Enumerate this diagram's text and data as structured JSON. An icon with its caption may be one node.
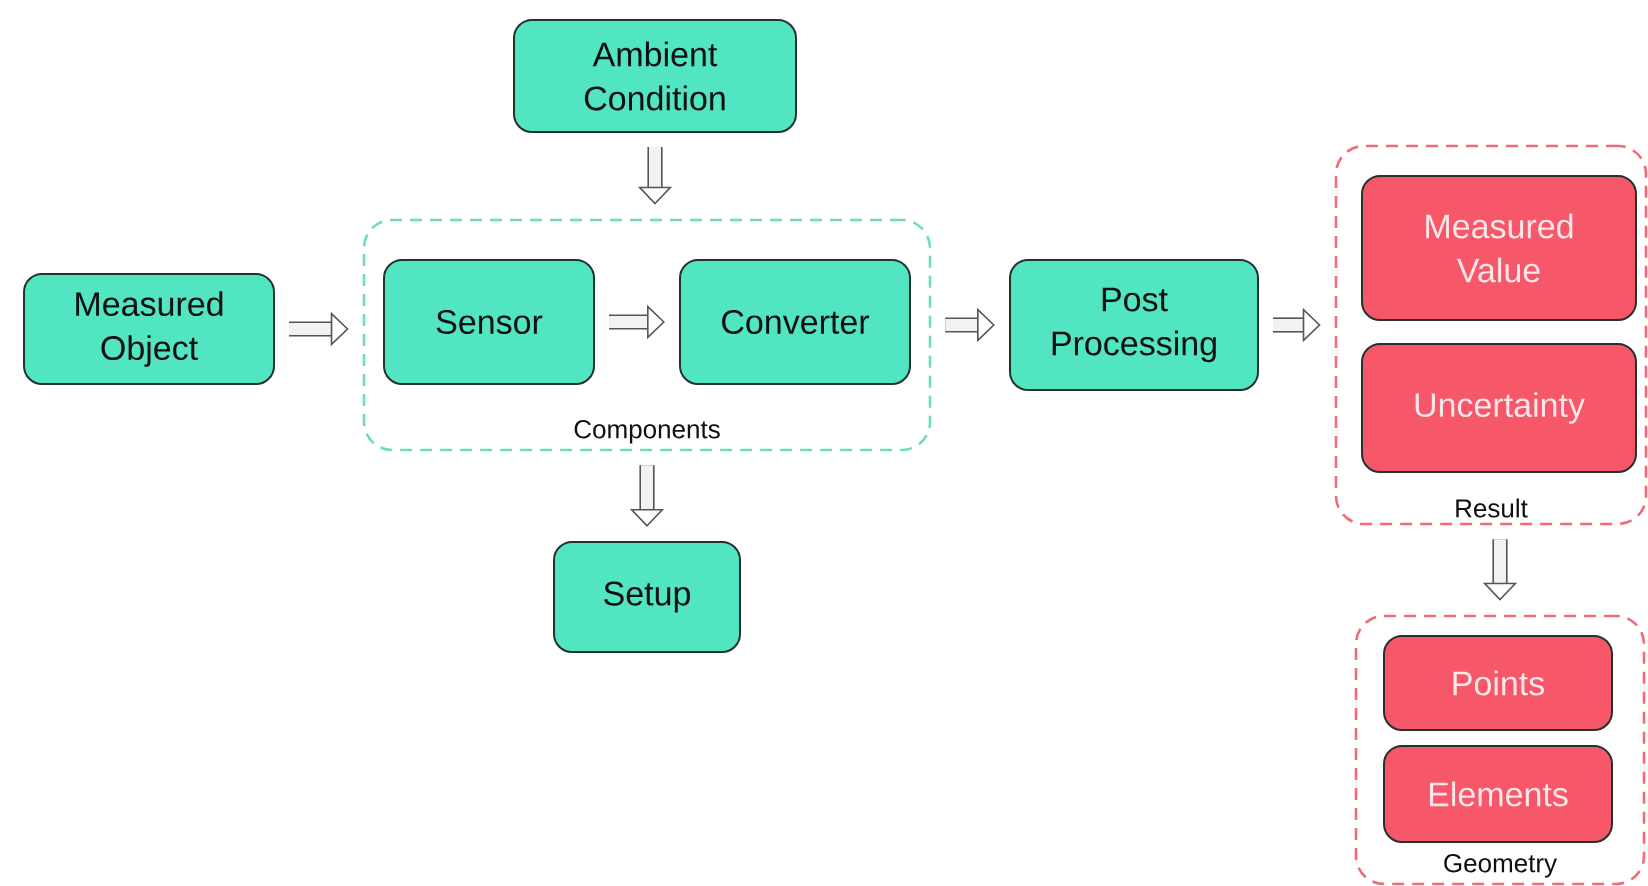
{
  "diagram": {
    "nodes": [
      {
        "text": [
          "Measured Object"
        ]
      },
      {
        "text": [
          "Ambient Condition"
        ]
      },
      {
        "text": [
          "Components"
        ]
      },
      {
        "text": [
          "Sensor"
        ],
        "in": 2
      },
      {
        "text": [
          "Converter"
        ],
        "in": 2
      },
      {
        "text": [
          "Setup"
        ]
      },
      {
        "text": [
          "Post Processing"
        ]
      },
      {
        "text": [
          "Result"
        ]
      },
      {
        "text": [
          "Measured Value"
        ],
        "in": 7
      },
      {
        "text": [
          "Uncertainty"
        ],
        "in": 7
      },
      {
        "text": [
          "Geometry"
        ]
      },
      {
        "text": [
          "Points"
        ],
        "in": 10
      },
      {
        "text": [
          "Elements"
        ],
        "in": 10
      }
    ],
    "edges": [
      {
        "from": 0,
        "to": 2,
        "arrow": "to"
      },
      {
        "from": 1,
        "to": 2,
        "arrow": "to"
      },
      {
        "from": 3,
        "to": 4,
        "arrow": "to"
      },
      {
        "from": 2,
        "to": 5,
        "arrow": "to"
      },
      {
        "from": 2,
        "to": 6,
        "arrow": "to"
      },
      {
        "from": 6,
        "to": 7,
        "arrow": "to"
      },
      {
        "from": 7,
        "to": 10,
        "arrow": "to"
      }
    ]
  }
}
